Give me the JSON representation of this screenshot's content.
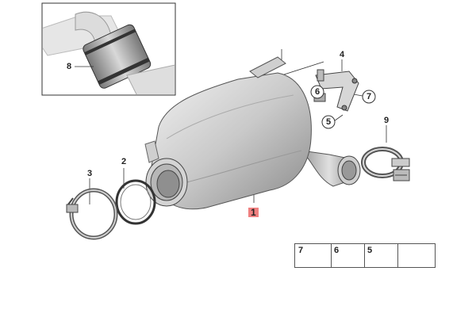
{
  "callouts": {
    "c1": "1",
    "c2": "2",
    "c3": "3",
    "c4": "4",
    "c5": "5",
    "c6": "6",
    "c7": "7",
    "c8": "8",
    "c9": "9"
  },
  "legend": {
    "items": [
      "7",
      "6",
      "5"
    ]
  },
  "colors": {
    "highlight": "#f08080",
    "metal_light": "#e8e8e8",
    "metal_mid": "#c8c8c8",
    "metal_dark": "#888888",
    "line": "#333333"
  }
}
